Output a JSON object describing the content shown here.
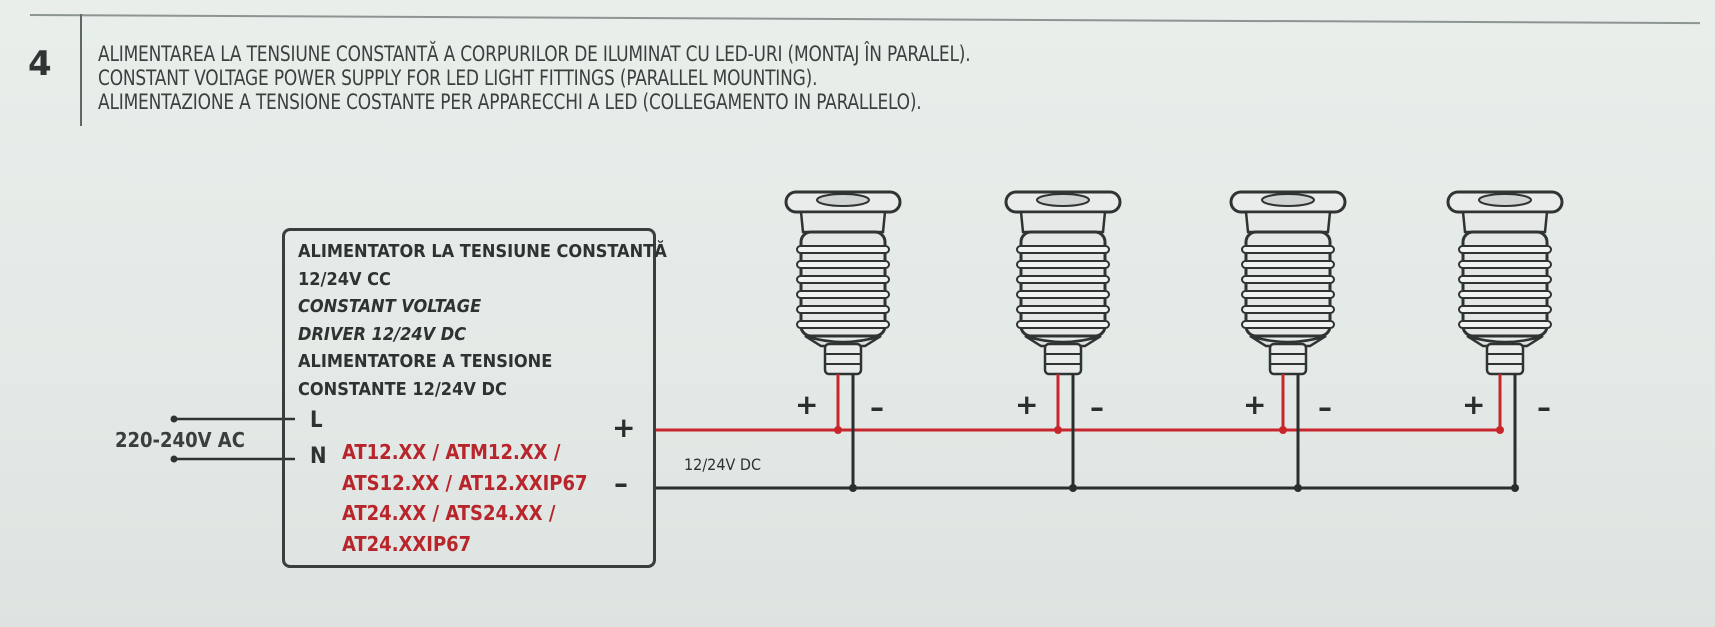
{
  "step": {
    "number": "4"
  },
  "header": {
    "lines": [
      "ALIMENTAREA LA TENSIUNE CONSTANTĂ A CORPURILOR DE ILUMINAT CU LED-URI (MONTAJ ÎN PARALEL).",
      "CONSTANT VOLTAGE POWER SUPPLY FOR LED LIGHT FITTINGS (PARALLEL MOUNTING).",
      "ALIMENTAZIONE A TENSIONE COSTANTE PER APPARECCHI A LED  (COLLEGAMENTO IN PARALLELO)."
    ]
  },
  "driver": {
    "lines": [
      "ALIMENTATOR LA TENSIUNE CONSTANTĂ",
      "12/24V CC",
      "CONSTANT VOLTAGE",
      "DRIVER 12/24V DC",
      "ALIMENTATORE A TENSIONE",
      "CONSTANTE 12/24V DC"
    ],
    "input_l": "L",
    "input_n": "N",
    "output_plus": "+",
    "output_minus": "–",
    "models": [
      "AT12.XX / ATM12.XX /",
      "ATS12.XX / AT12.XXIP67",
      "AT24.XX / ATS24.XX /",
      "AT24.XXIP67"
    ]
  },
  "ac_input": {
    "label": "220-240V AC"
  },
  "dc_bus": {
    "label": "12/24V DC"
  },
  "fixtures": {
    "count": 4,
    "plus_label": "+",
    "minus_label": "–"
  },
  "colors": {
    "positive_wire": "#c8262d",
    "negative_wire": "#2a2f2e",
    "model_text": "#b8262c",
    "fixture_outline": "#2f3433"
  }
}
